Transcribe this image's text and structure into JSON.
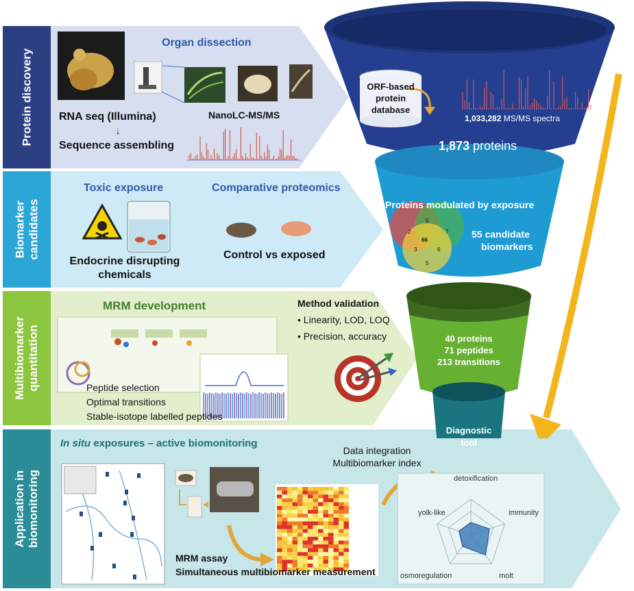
{
  "sections": {
    "discovery": {
      "label": "Protein discovery",
      "organ_dissection": "Organ dissection",
      "rna_seq": "RNA seq (Illumina)",
      "arrow": "↓",
      "assembly": "Sequence assembling",
      "nanolc": "NanoLC-MS/MS"
    },
    "candidates": {
      "label_line1": "Biomarker",
      "label_line2": "candidates",
      "toxic": "Toxic exposure",
      "comparative": "Comparative proteomics",
      "edc_line1": "Endocrine disrupting",
      "edc_line2": "chemicals",
      "control": "Control vs exposed"
    },
    "quantitation": {
      "label_line1": "Multibiomarker",
      "label_line2": "quantitation",
      "mrm_dev": "MRM development",
      "method_validation": "Method validation",
      "bullet1": "• Linearity, LOD, LOQ",
      "bullet2": "• Precision, accuracy",
      "item1": "Peptide selection",
      "item2": "Optimal transitions",
      "item3": "Stable-isotope labelled peptides"
    },
    "application": {
      "label_line1": "Application in",
      "label_line2": "biomonitoring",
      "insitu_italic": "In situ",
      "insitu_rest": " exposures – active biomonitoring",
      "data_int_line1": "Data integration",
      "data_int_line2": "Multibiomarker index",
      "mrm_assay": "MRM assay",
      "simultaneous": "Simultaneous multibiomarker  measurement"
    }
  },
  "funnel": {
    "db_line1": "ORF-based",
    "db_line2": "protein",
    "db_line3": "database",
    "spectra_num": "1,033,282",
    "spectra_unit": " MS/MS spectra",
    "proteins_num": "1,873",
    "proteins_unit": " proteins",
    "modulated": "Proteins modulated by exposure",
    "candidates_line1": "55 candidate",
    "candidates_line2": "biomarkers",
    "venn": [
      "2",
      "5",
      "7",
      "66",
      "3",
      "6",
      "5"
    ],
    "t3_line1": "40 proteins",
    "t3_line2": "71 peptides",
    "t3_line3": "213 transitions",
    "t4_line1": "Diagnostic",
    "t4_line2": "tool"
  },
  "radar": {
    "axes": [
      "detoxification",
      "immunity",
      "molt",
      "osmoregulation",
      "yolk-like"
    ],
    "values": [
      0.35,
      0.55,
      0.7,
      0.4,
      0.35
    ]
  },
  "colors": {
    "discovery": "#2c3f82",
    "candidates": "#2ba6d7",
    "quantitation": "#8cc63f",
    "application": "#2a8c97",
    "funnel1": "#243f8f",
    "funnel2": "#1f9bd4",
    "funnel3": "#3d6a1f",
    "funnel4": "#1a7580",
    "arrow": "#f3b41c"
  }
}
